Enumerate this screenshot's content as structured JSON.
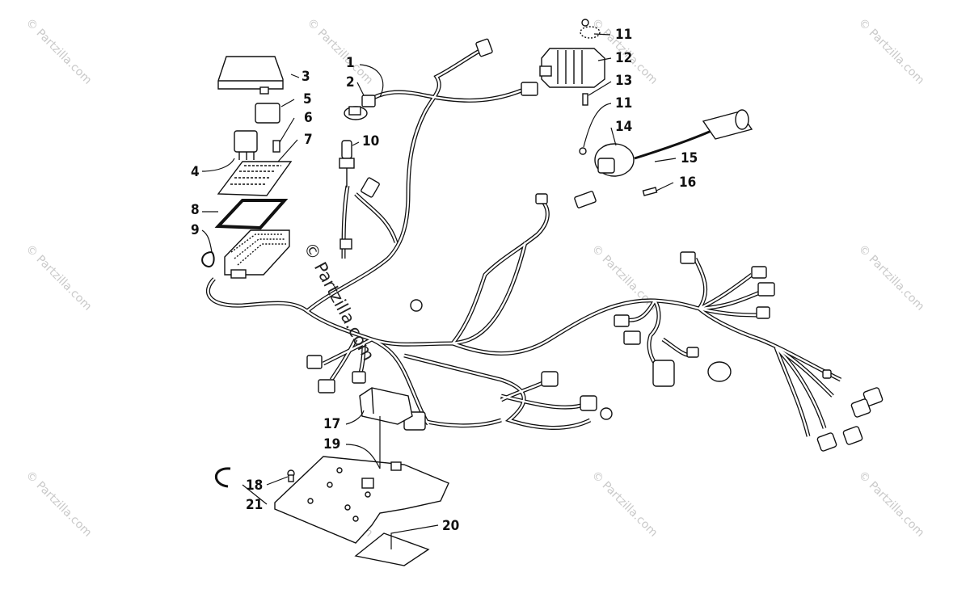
{
  "diagram": {
    "callouts": [
      "1",
      "2",
      "3",
      "4",
      "5",
      "6",
      "7",
      "8",
      "9",
      "10",
      "11",
      "12",
      "13",
      "11",
      "14",
      "15",
      "16",
      "17",
      "18",
      "19",
      "20",
      "21"
    ],
    "watermark_text": "© Partzilla.com",
    "center_mark": "© Partzilla.com"
  },
  "colors": {
    "line": "#111111",
    "watermark": "#c9c9c9",
    "background": "#ffffff"
  }
}
